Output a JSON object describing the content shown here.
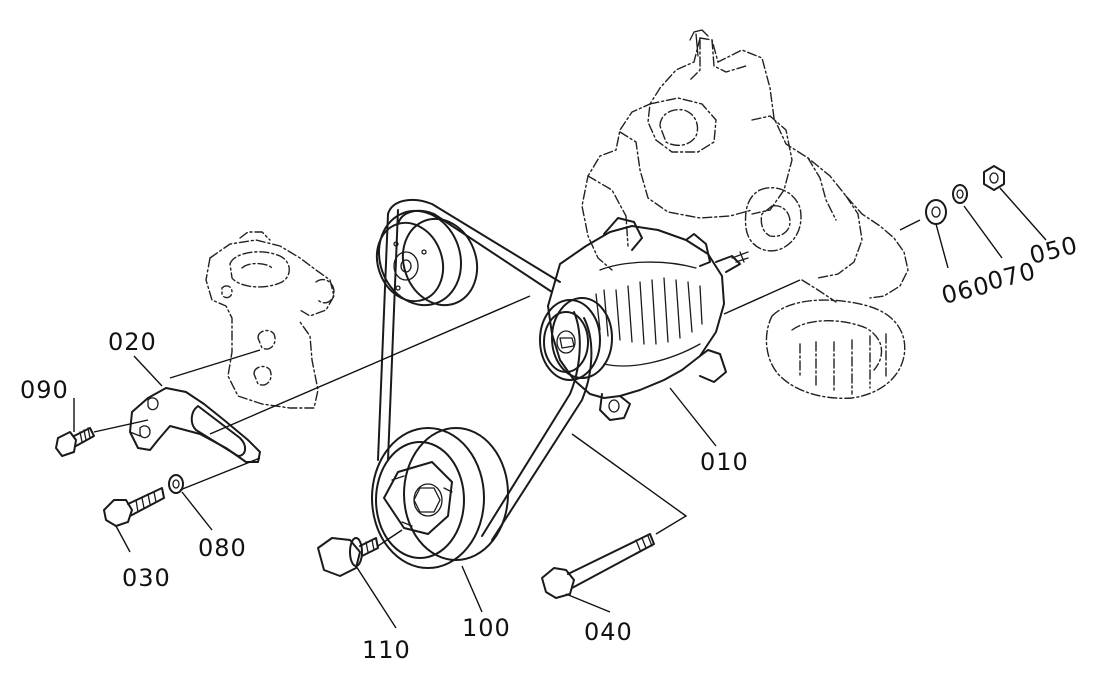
{
  "diagram": {
    "callouts": [
      {
        "id": "010",
        "text": "010"
      },
      {
        "id": "020",
        "text": "020"
      },
      {
        "id": "030",
        "text": "030"
      },
      {
        "id": "040",
        "text": "040"
      },
      {
        "id": "050",
        "text": "050"
      },
      {
        "id": "060",
        "text": "060"
      },
      {
        "id": "070",
        "text": "070"
      },
      {
        "id": "080",
        "text": "080"
      },
      {
        "id": "090",
        "text": "090"
      },
      {
        "id": "100",
        "text": "100"
      },
      {
        "id": "110",
        "text": "110"
      }
    ],
    "colors": {
      "ink": "#1a1a1a",
      "background": "#ffffff"
    }
  }
}
